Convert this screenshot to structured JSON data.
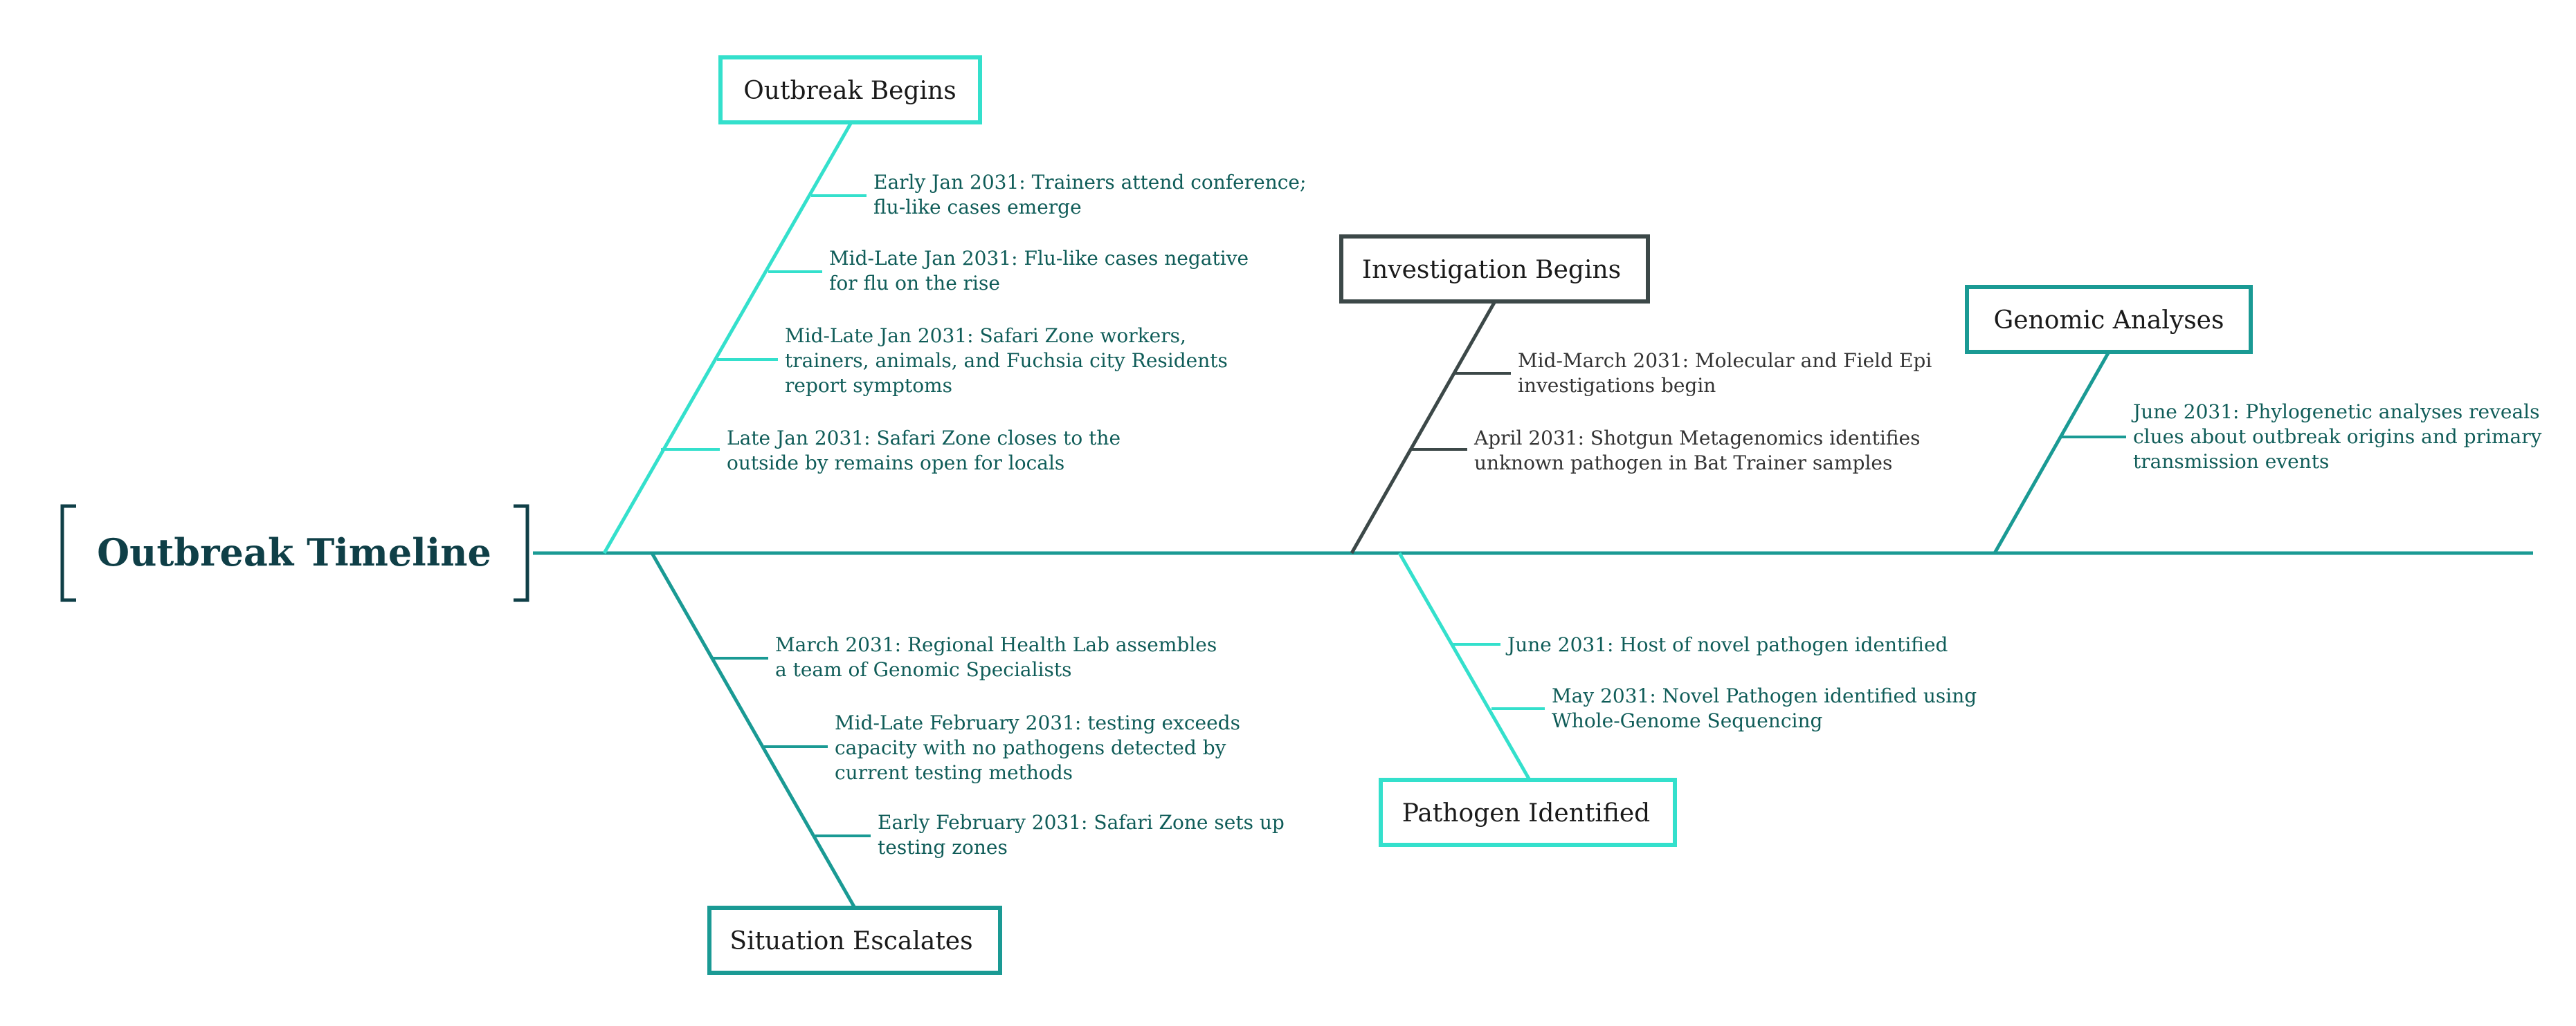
{
  "title": "Outbreak Timeline",
  "colors": {
    "accent_light": "#34e0cc",
    "accent_teal": "#1a9a94",
    "accent_dark": "#3c4848",
    "title_text": "#0f3f47",
    "event_teal_text": "#0f5c58",
    "event_dark_text": "#333333"
  },
  "milestones": [
    {
      "label": "Outbreak Begins",
      "events": [
        "Early Jan 2031: Trainers attend conference;\nflu-like cases emerge",
        "Mid-Late Jan 2031: Flu-like cases negative\nfor flu on the rise",
        "Mid-Late Jan 2031: Safari Zone workers,\ntrainers, animals, and Fuchsia city Residents\nreport symptoms",
        "Late Jan 2031: Safari Zone closes to the\noutside by remains open for locals"
      ]
    },
    {
      "label": "Situation Escalates",
      "events": [
        "March 2031: Regional Health Lab assembles\na team of Genomic Specialists",
        "Mid-Late February 2031: testing exceeds\ncapacity with no pathogens detected by\ncurrent testing methods",
        "Early February 2031: Safari Zone sets up\ntesting zones"
      ]
    },
    {
      "label": "Investigation Begins",
      "events": [
        "Mid-March 2031: Molecular and Field Epi\ninvestigations begin",
        "April 2031: Shotgun Metagenomics identifies\nunknown pathogen in Bat Trainer samples"
      ]
    },
    {
      "label": "Pathogen Identified",
      "events": [
        "June 2031: Host of novel pathogen identified",
        "May 2031: Novel Pathogen identified using\nWhole-Genome Sequencing"
      ]
    },
    {
      "label": "Genomic Analyses",
      "events": [
        "June 2031: Phylogenetic analyses reveals\nclues about outbreak origins and primary\ntransmission events"
      ]
    }
  ]
}
